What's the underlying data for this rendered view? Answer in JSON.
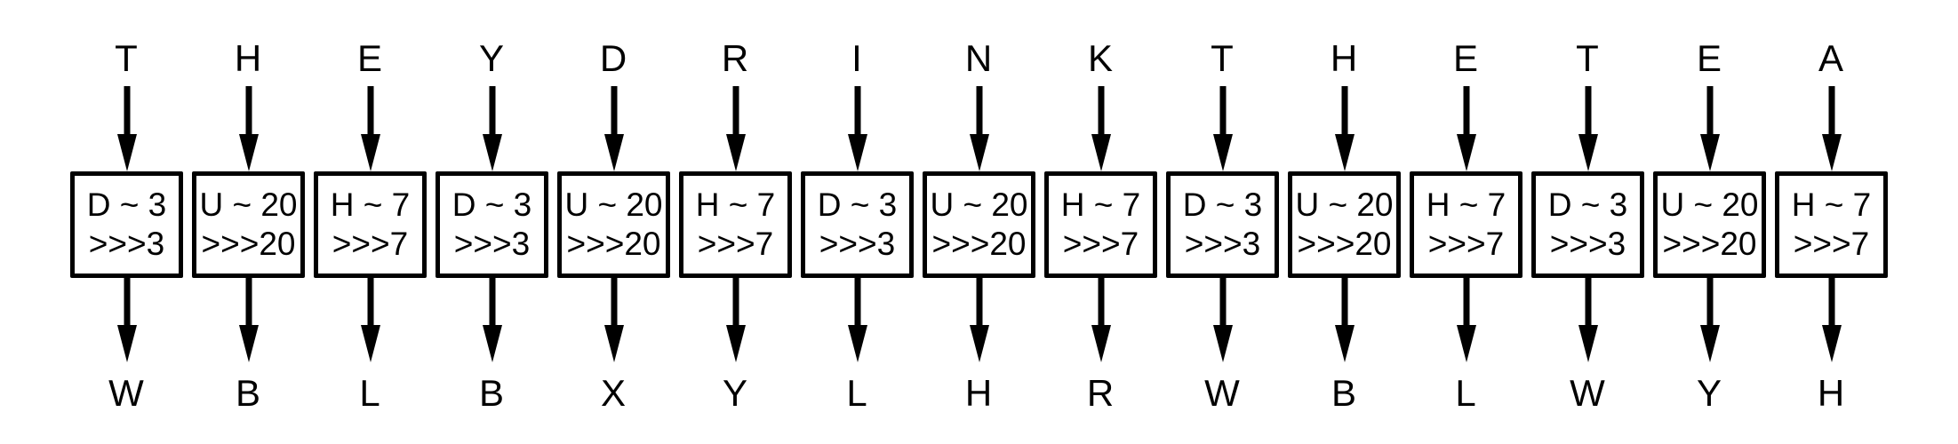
{
  "colors": {
    "ink": "#000000",
    "background": "#ffffff",
    "box_fill": "#ffffff"
  },
  "columns": [
    {
      "top": "T",
      "key_label": "D ~ 3",
      "shift_label": ">>>3",
      "bottom": "W"
    },
    {
      "top": "H",
      "key_label": "U ~ 20",
      "shift_label": ">>>20",
      "bottom": "B"
    },
    {
      "top": "E",
      "key_label": "H ~ 7",
      "shift_label": ">>>7",
      "bottom": "L"
    },
    {
      "top": "Y",
      "key_label": "D ~ 3",
      "shift_label": ">>>3",
      "bottom": "B"
    },
    {
      "top": "D",
      "key_label": "U ~ 20",
      "shift_label": ">>>20",
      "bottom": "X"
    },
    {
      "top": "R",
      "key_label": "H ~ 7",
      "shift_label": ">>>7",
      "bottom": "Y"
    },
    {
      "top": "I",
      "key_label": "D ~ 3",
      "shift_label": ">>>3",
      "bottom": "L"
    },
    {
      "top": "N",
      "key_label": "U ~ 20",
      "shift_label": ">>>20",
      "bottom": "H"
    },
    {
      "top": "K",
      "key_label": "H ~ 7",
      "shift_label": ">>>7",
      "bottom": "R"
    },
    {
      "top": "T",
      "key_label": "D ~ 3",
      "shift_label": ">>>3",
      "bottom": "W"
    },
    {
      "top": "H",
      "key_label": "U ~ 20",
      "shift_label": ">>>20",
      "bottom": "B"
    },
    {
      "top": "E",
      "key_label": "H ~ 7",
      "shift_label": ">>>7",
      "bottom": "L"
    },
    {
      "top": "T",
      "key_label": "D ~ 3",
      "shift_label": ">>>3",
      "bottom": "W"
    },
    {
      "top": "E",
      "key_label": "U ~ 20",
      "shift_label": ">>>20",
      "bottom": "Y"
    },
    {
      "top": "A",
      "key_label": "H ~ 7",
      "shift_label": ">>>7",
      "bottom": "H"
    }
  ]
}
